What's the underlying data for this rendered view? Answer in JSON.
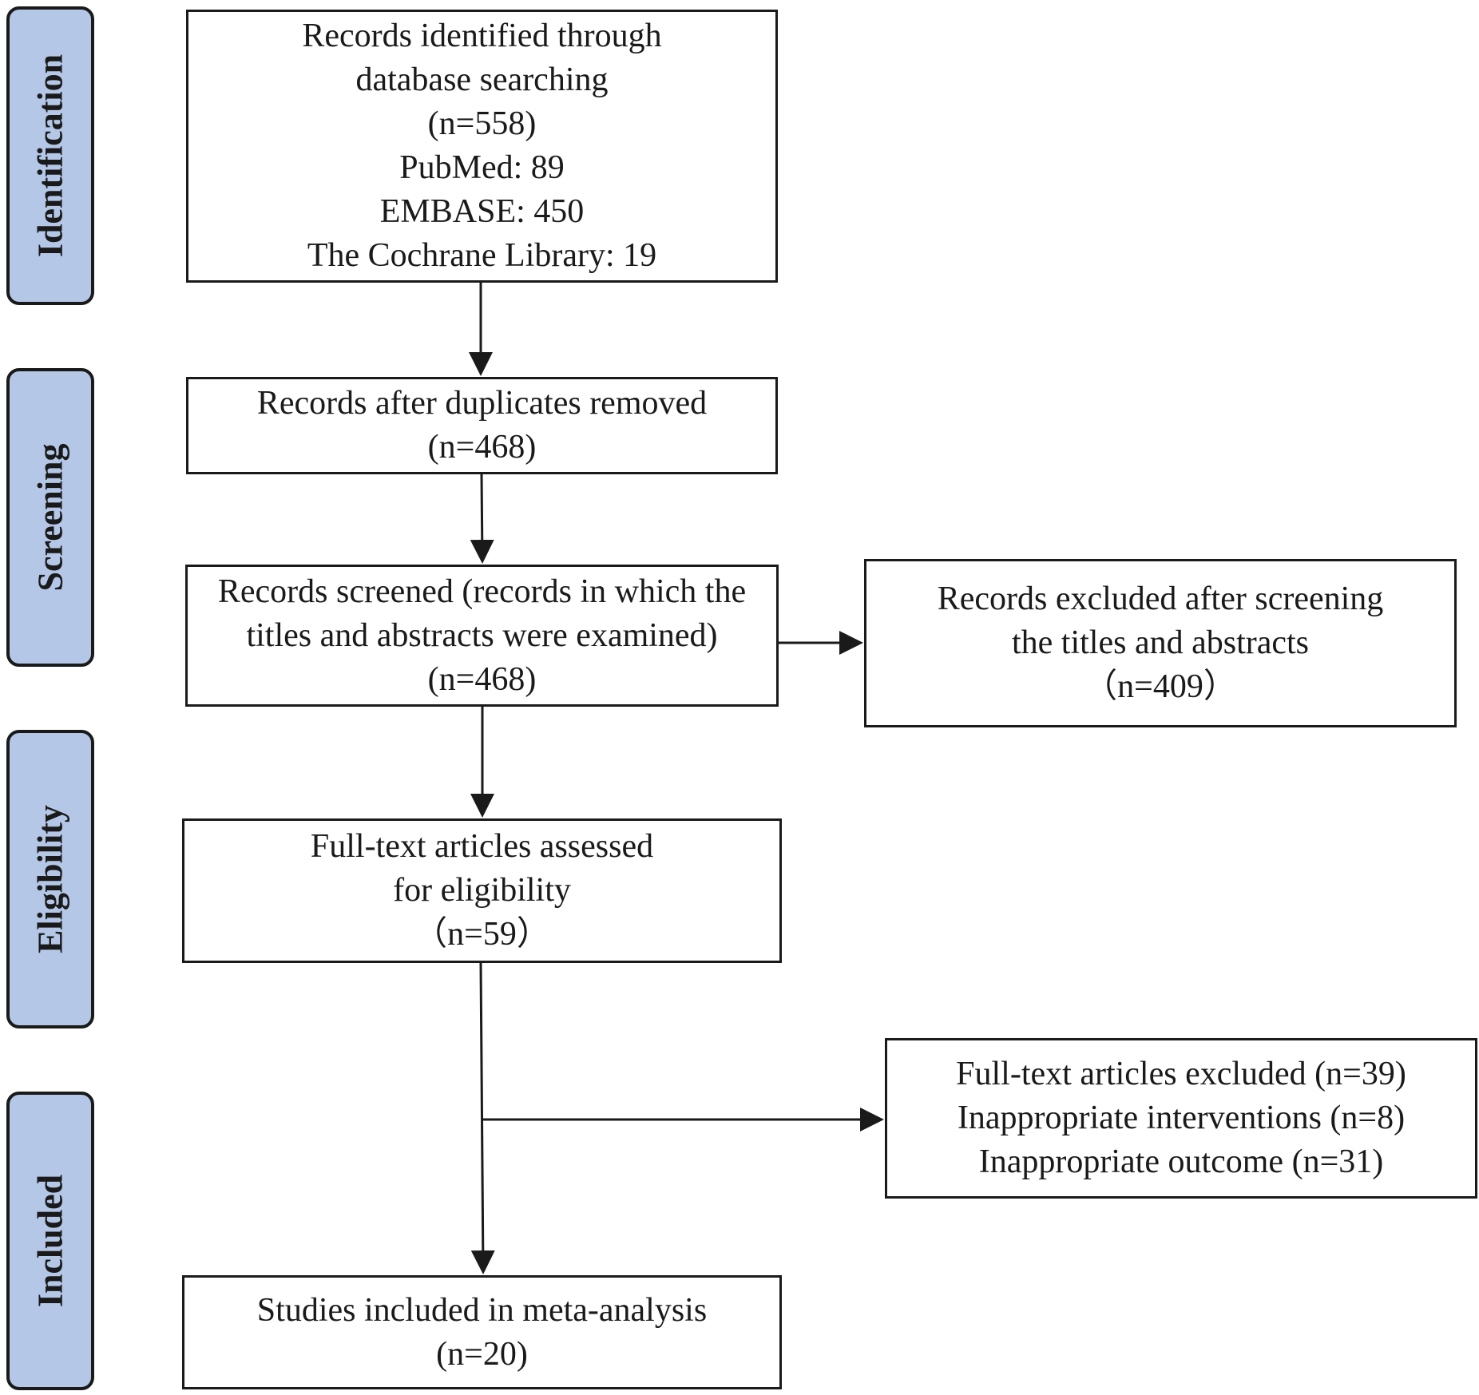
{
  "phases": {
    "identification": "Identification",
    "screening": "Screening",
    "eligibility": "Eligibility",
    "included": "Included"
  },
  "boxes": {
    "identified": [
      "Records identified through",
      "database searching",
      "(n=558)",
      "PubMed: 89",
      "EMBASE: 450",
      "The Cochrane Library: 19"
    ],
    "duplicates_removed": [
      "Records after duplicates removed",
      "(n=468)"
    ],
    "screened": [
      "Records screened (records in which the",
      "titles and abstracts were examined)",
      "(n=468)"
    ],
    "excluded_screening": [
      "Records excluded after screening",
      "the titles and abstracts",
      "（n=409）"
    ],
    "fulltext_assessed": [
      "Full-text articles assessed",
      "for eligibility",
      "（n=59）"
    ],
    "fulltext_excluded": [
      "Full-text articles excluded  (n=39)",
      "Inappropriate interventions  (n=8)",
      "Inappropriate outcome  (n=31)"
    ],
    "included": [
      "Studies included in meta-analysis",
      "(n=20)"
    ]
  },
  "colors": {
    "phase_fill": "#b4c7e7",
    "stroke": "#1a1a1a",
    "background": "#ffffff"
  }
}
